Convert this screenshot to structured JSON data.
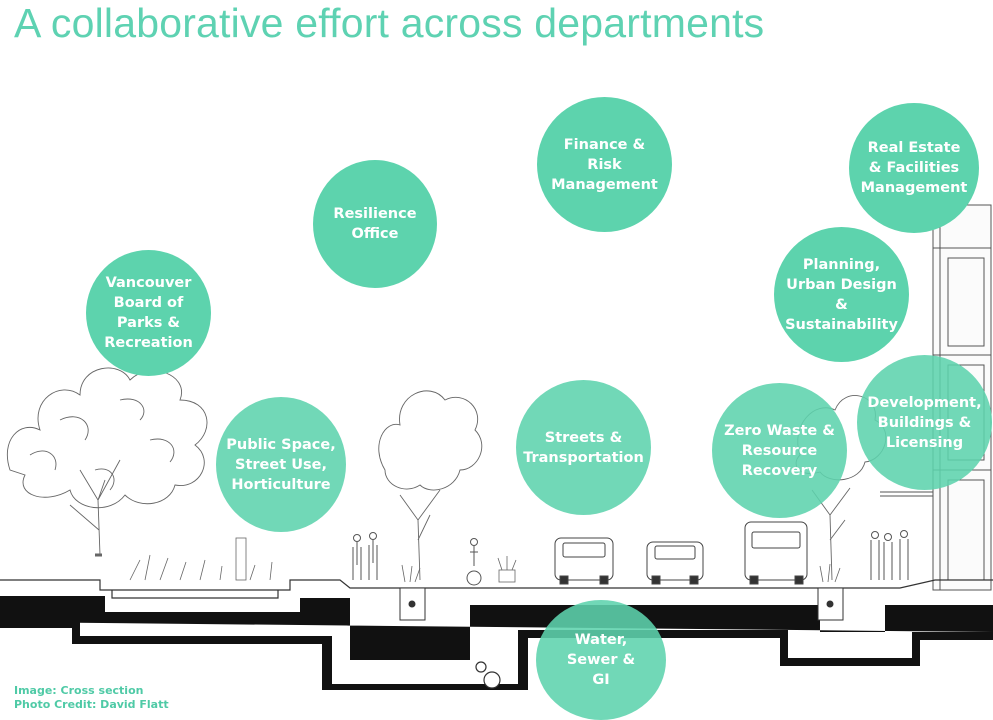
{
  "title": "A collaborative effort across departments",
  "departments": [
    {
      "id": "finance",
      "label": "Finance &\nRisk\nManagement"
    },
    {
      "id": "real-estate",
      "label": "Real Estate\n& Facilities\nManagement"
    },
    {
      "id": "resilience",
      "label": "Resilience\nOffice"
    },
    {
      "id": "parks",
      "label": "Vancouver\nBoard of\nParks &\nRecreation"
    },
    {
      "id": "planning",
      "label": "Planning,\nUrban Design\n&\nSustainability"
    },
    {
      "id": "development",
      "label": "Development,\nBuildings &\nLicensing"
    },
    {
      "id": "public-space",
      "label": "Public Space,\nStreet Use,\nHorticulture"
    },
    {
      "id": "streets",
      "label": "Streets &\nTransportation"
    },
    {
      "id": "zero-waste",
      "label": "Zero Waste &\nResource\nRecovery"
    },
    {
      "id": "water",
      "label": "Water,\nSewer &\nGI"
    }
  ],
  "credits": {
    "image": "Image: Cross section",
    "photo": "Photo Credit: David Flatt"
  },
  "colors": {
    "accent": "#5dd3ad",
    "title": "#5ed2b2",
    "ground": "#111111",
    "line": "#444444"
  }
}
